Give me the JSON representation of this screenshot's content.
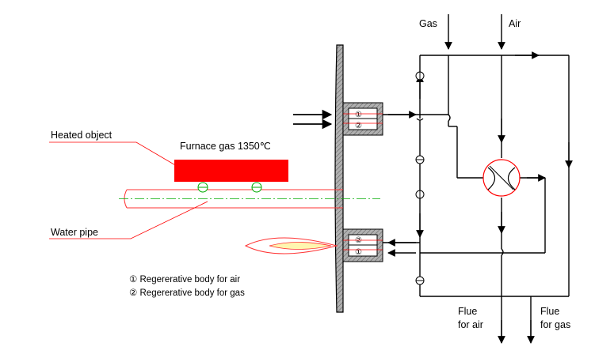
{
  "labels": {
    "gas": "Gas",
    "air": "Air",
    "heated_object": "Heated object",
    "furnace_gas": "Furnace gas 1350℃",
    "water_pipe": "Water pipe",
    "flue_air_line1": "Flue",
    "flue_air_line2": "for air",
    "flue_gas_line1": "Flue",
    "flue_gas_line2": "for gas"
  },
  "legend": {
    "item1": "① Regererative body for air",
    "item2": "② Regererative body for gas"
  },
  "markers": {
    "one": "①",
    "two": "②"
  },
  "colors": {
    "heated_object": "#ff0000",
    "leader_line": "#ff0000",
    "pipe_centerline": "#00aa00",
    "wall_fill": "#9a9a9a",
    "line": "#000000"
  }
}
